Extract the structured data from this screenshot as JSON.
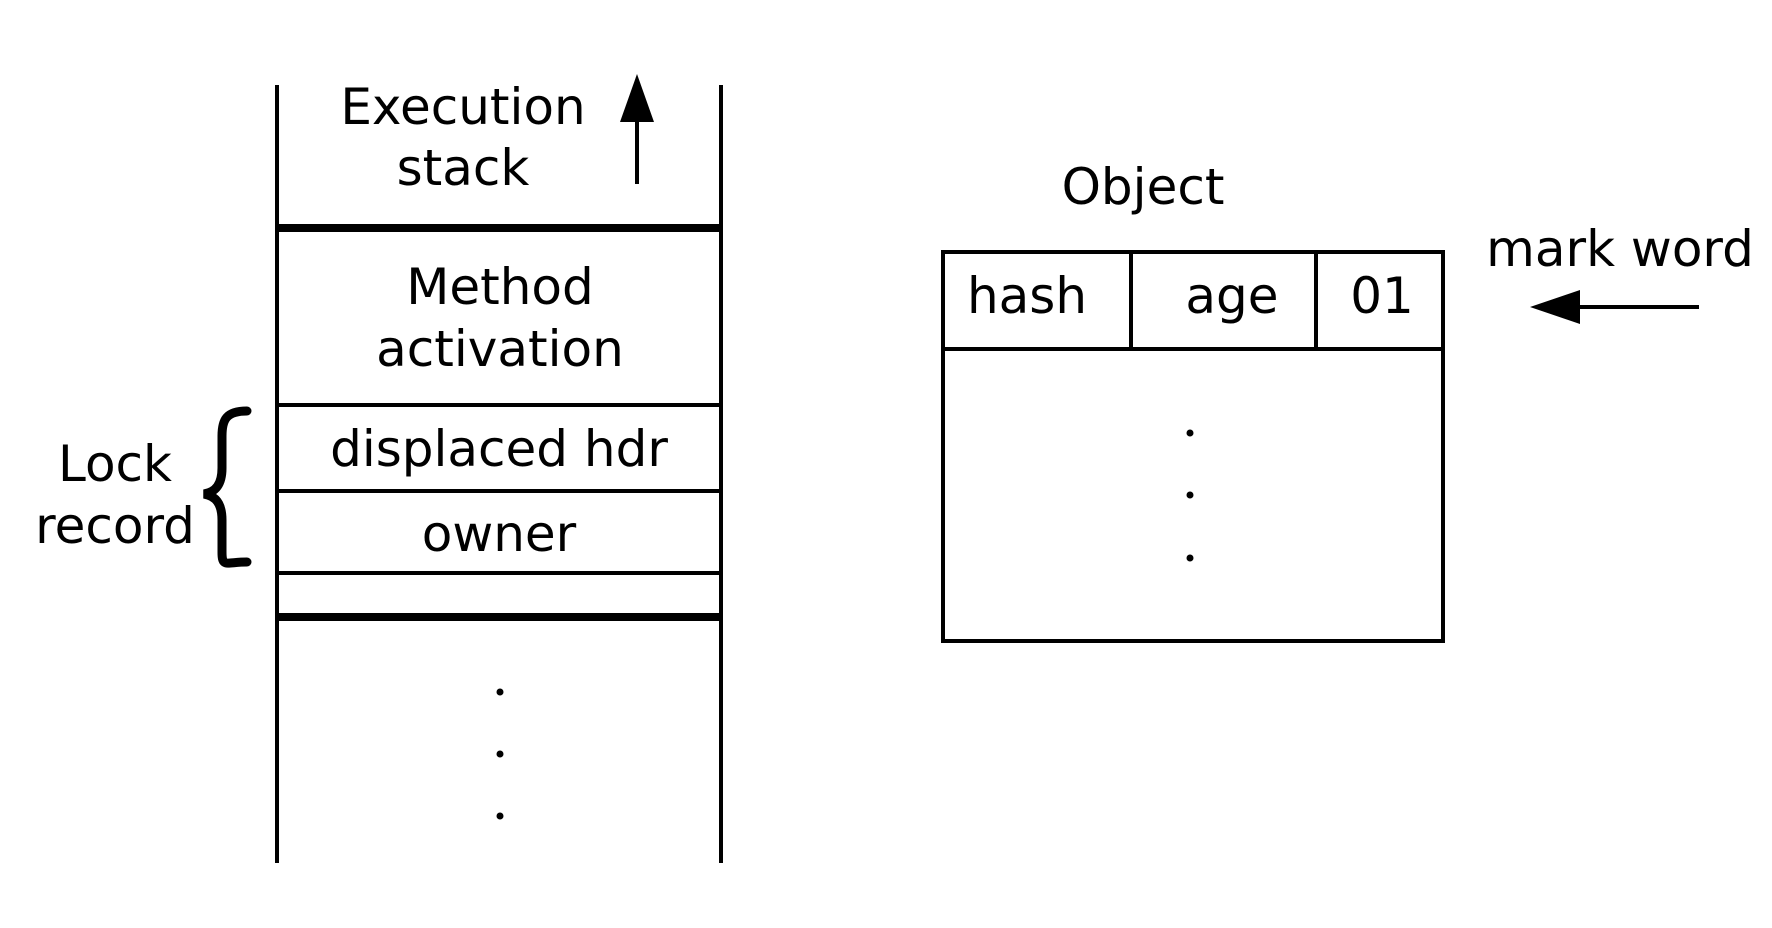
{
  "stack": {
    "title_line1": "Execution",
    "title_line2": "stack",
    "method_line1": "Method",
    "method_line2": "activation",
    "displaced_hdr": "displaced hdr",
    "owner": "owner"
  },
  "lock_record": {
    "line1": "Lock",
    "line2": "record"
  },
  "object": {
    "title": "Object",
    "fields": [
      "hash",
      "age",
      "01"
    ]
  },
  "mark_word": "mark word",
  "colors": {
    "stroke": "#000000",
    "background": "#ffffff"
  }
}
